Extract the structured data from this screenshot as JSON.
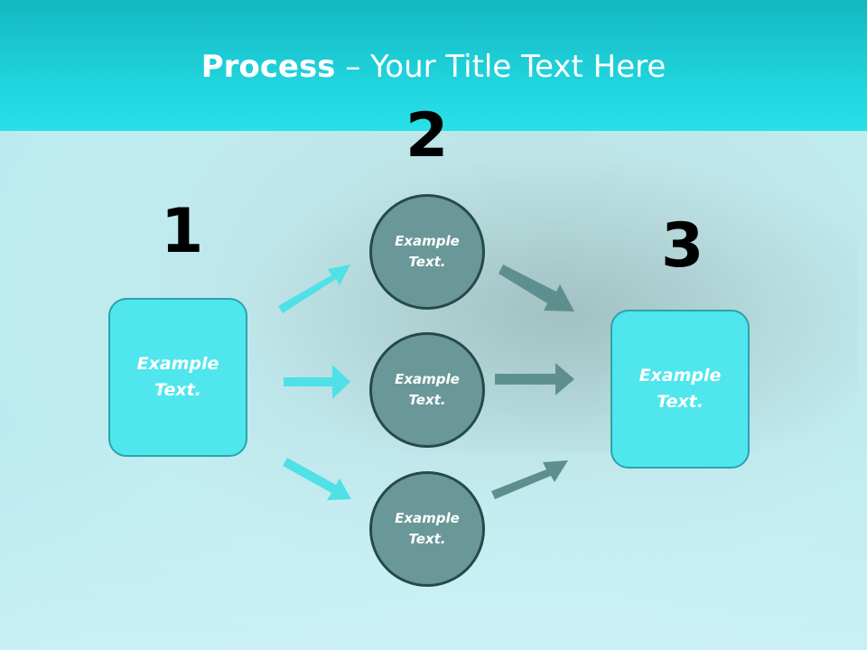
{
  "title": {
    "bold": "Process",
    "rest": " – Your Title Text Here"
  },
  "steps": [
    {
      "number": "1",
      "box_text": "Example\nText."
    },
    {
      "number": "2",
      "circles": [
        "Example\nText.",
        "Example\nText.",
        "Example\nText."
      ]
    },
    {
      "number": "3",
      "box_text": "Example\nText."
    }
  ],
  "colors": {
    "header": "#22d7e0",
    "box_fill": "#4fe6ee",
    "circle_fill": "#6a9898",
    "arrow_left": "#4fe0e8",
    "arrow_right": "#5e8f8f"
  }
}
